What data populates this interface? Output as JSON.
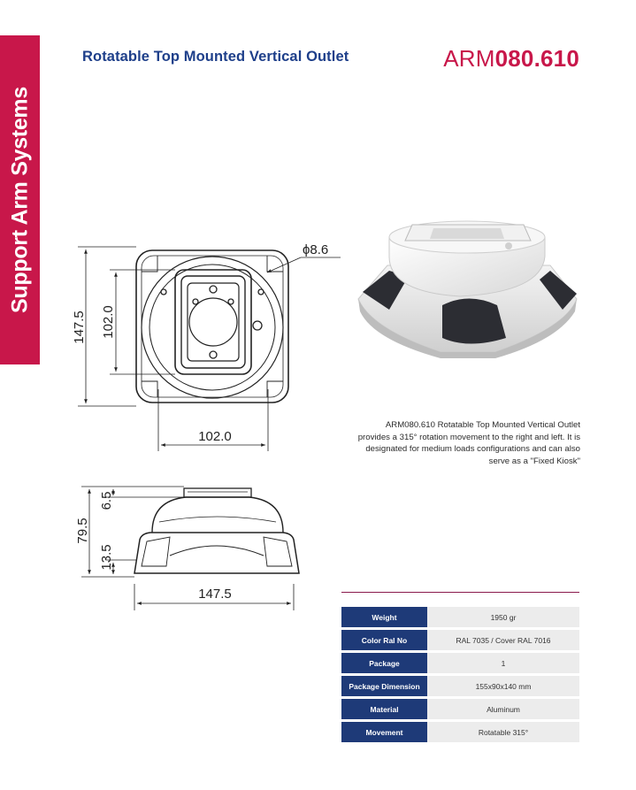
{
  "side_tab": {
    "label": "Support Arm Systems"
  },
  "header": {
    "title": "Rotatable Top Mounted Vertical Outlet",
    "code_prefix": "ARM",
    "code_number": "080.610"
  },
  "drawing": {
    "top_view": {
      "height_outer": "147.5",
      "height_inner": "102.0",
      "width_inner": "102.0",
      "hole": "ϕ8.6"
    },
    "side_view": {
      "total_height": "79.5",
      "top_height": "6.5",
      "base_height": "13.5",
      "width": "147.5"
    }
  },
  "description": "ARM080.610 Rotatable Top Mounted Vertical Outlet provides a 315° rotation movement to the right and left. It is designated for medium loads configurations and can also serve as a \"Fixed Kiosk\"",
  "specs": [
    {
      "key": "Weight",
      "value": "1950 gr"
    },
    {
      "key": "Color Ral No",
      "value": "RAL 7035 / Cover RAL 7016"
    },
    {
      "key": "Package",
      "value": "1"
    },
    {
      "key": "Package Dimension",
      "value": "155x90x140 mm"
    },
    {
      "key": "Material",
      "value": "Aluminum"
    },
    {
      "key": "Movement",
      "value": "Rotatable 315°"
    }
  ],
  "colors": {
    "brand_red": "#c8174a",
    "brand_blue": "#1e3f8a",
    "table_key_bg": "#1e3a78",
    "table_value_bg": "#ececec"
  }
}
